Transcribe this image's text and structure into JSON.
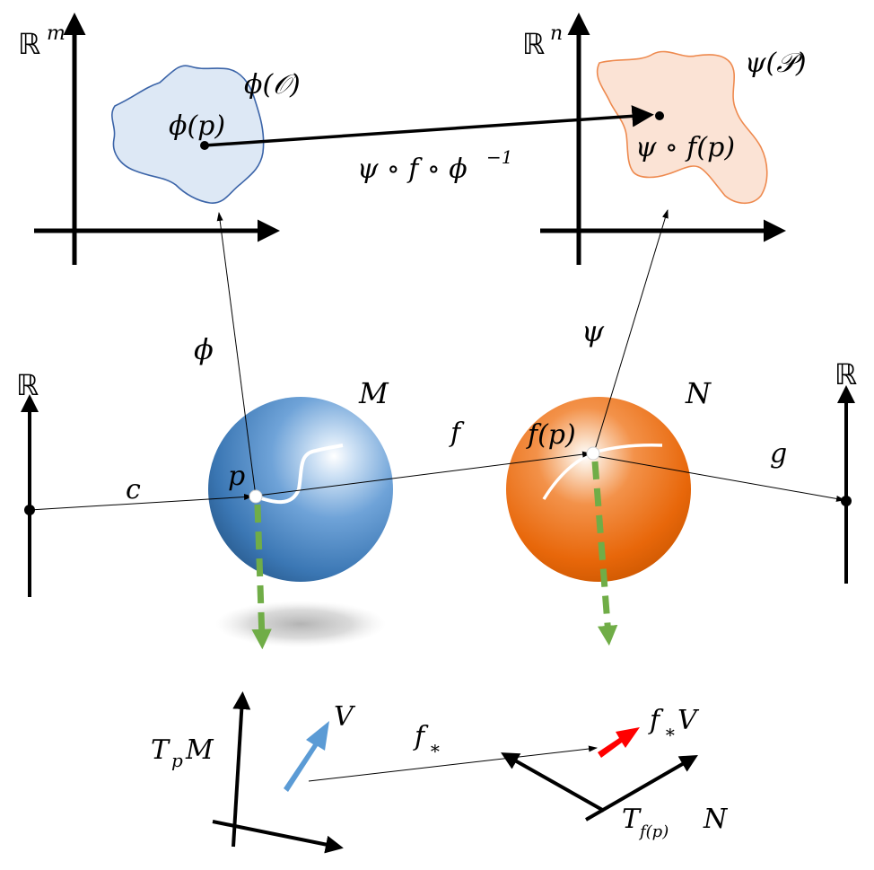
{
  "spaces": {
    "rm": {
      "label": "ℝ",
      "sup": "m"
    },
    "rn": {
      "label": "ℝ",
      "sup": "n"
    },
    "real_left": "ℝ",
    "real_right": "ℝ"
  },
  "regions": {
    "phi_O": "ϕ(𝒪)",
    "phi_p": "ϕ(p)",
    "psi_P": "ψ(𝒫)",
    "psi_f_p": "ψ ∘ f(p)"
  },
  "maps": {
    "composite": {
      "text": "ψ ∘ f ∘ ϕ",
      "sup": "−1"
    },
    "phi": "ϕ",
    "psi": "ψ",
    "f": "f",
    "c": "c",
    "g": "g",
    "pushforward": {
      "base": "f",
      "sub": "∗"
    }
  },
  "manifolds": {
    "M": "M",
    "N": "N",
    "p": "p",
    "f_p": "f(p)"
  },
  "tangent": {
    "TpM": {
      "T": "T",
      "sub": "p",
      "M": "M"
    },
    "TfpN": {
      "T": "T",
      "sub": "f(p)",
      "N": "N"
    },
    "V": "V",
    "fV": {
      "f": "f",
      "sub": "∗",
      "V": "V"
    }
  },
  "colors": {
    "sphere_M": "#3f7fc0",
    "sphere_N": "#e8670a",
    "region_O_fill": "#dde8f5",
    "region_O_stroke": "#3b64a8",
    "region_P_fill": "#fbe3d5",
    "region_P_stroke": "#ee8a4f",
    "tangent_arrow": "#70ad47",
    "vector_V": "#5b9bd5",
    "vector_fV": "#ff0000"
  }
}
